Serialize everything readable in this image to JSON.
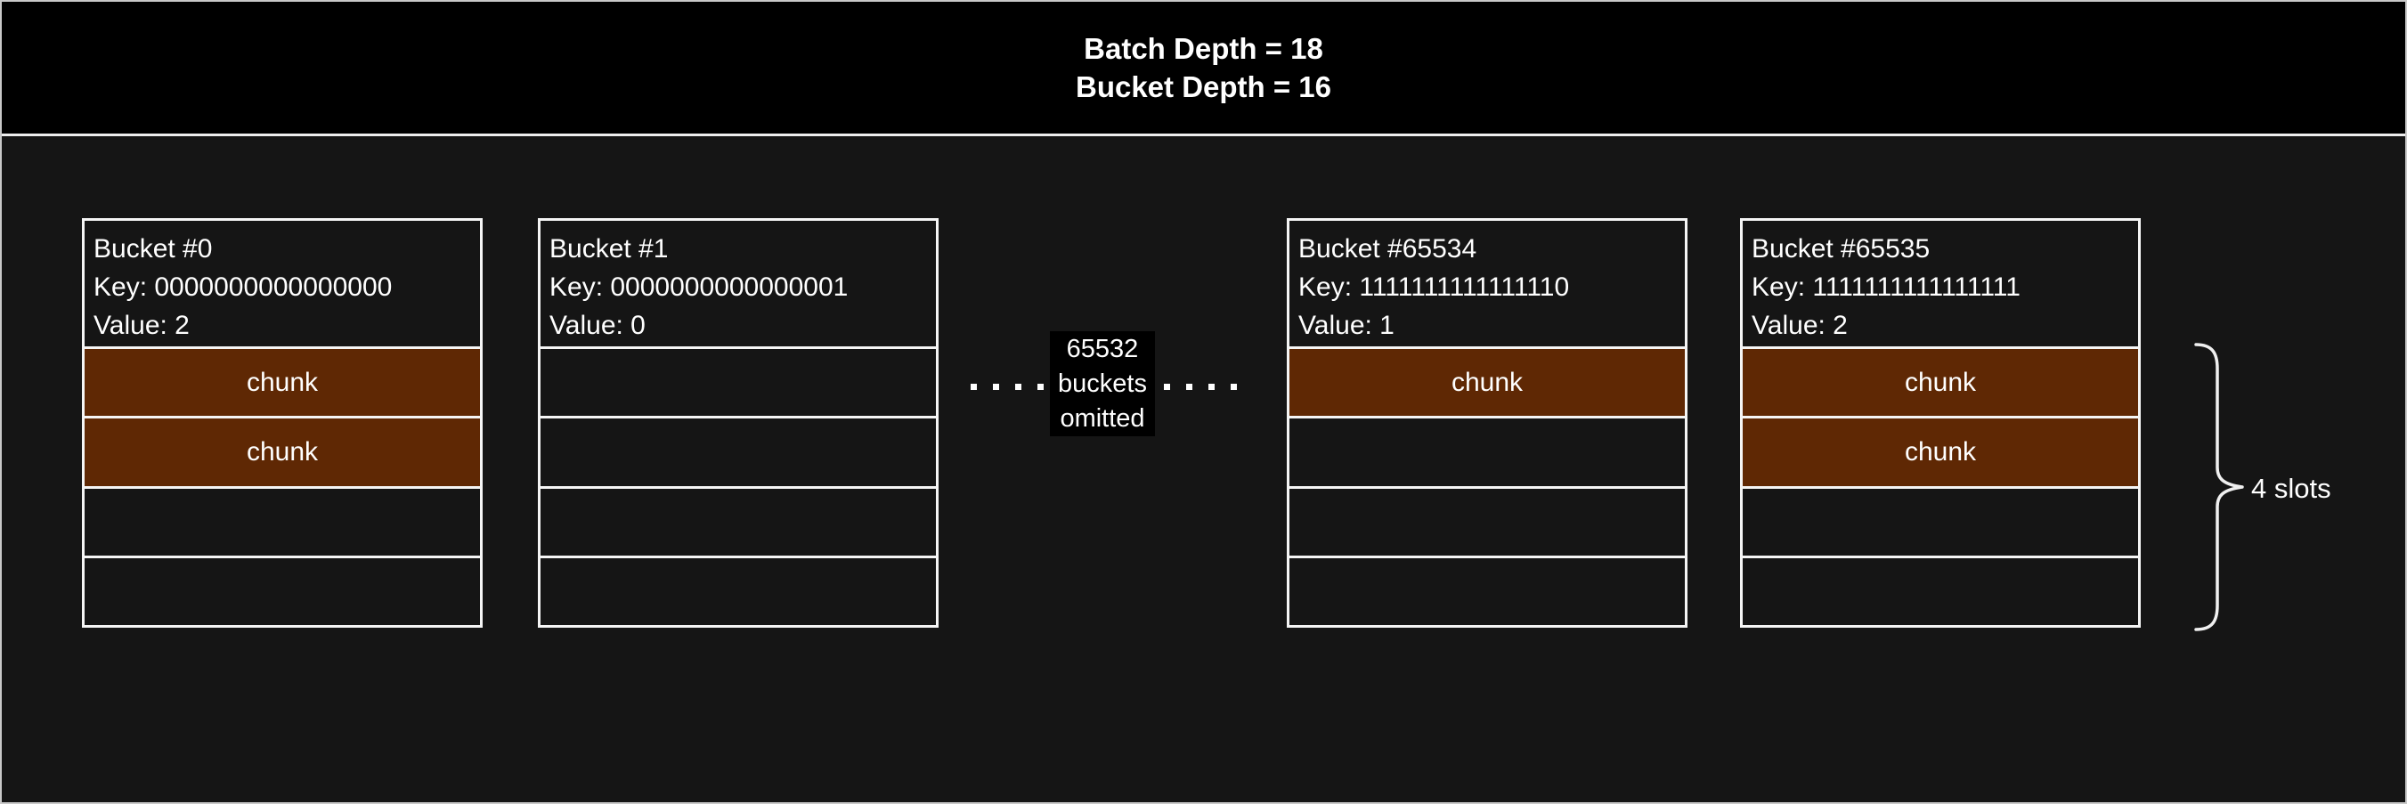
{
  "header": {
    "line1": "Batch Depth = 18",
    "line2": "Bucket Depth = 16"
  },
  "buckets": [
    {
      "title": "Bucket #0",
      "key": "Key: 0000000000000000",
      "value": "Value: 2",
      "slots": [
        {
          "filled": true,
          "label": "chunk"
        },
        {
          "filled": true,
          "label": "chunk"
        },
        {
          "filled": false,
          "label": ""
        },
        {
          "filled": false,
          "label": ""
        }
      ]
    },
    {
      "title": "Bucket #1",
      "key": "Key: 0000000000000001",
      "value": "Value: 0",
      "slots": [
        {
          "filled": false,
          "label": ""
        },
        {
          "filled": false,
          "label": ""
        },
        {
          "filled": false,
          "label": ""
        },
        {
          "filled": false,
          "label": ""
        }
      ]
    },
    {
      "title": "Bucket #65534",
      "key": "Key: 1111111111111110",
      "value": "Value: 1",
      "slots": [
        {
          "filled": true,
          "label": "chunk"
        },
        {
          "filled": false,
          "label": ""
        },
        {
          "filled": false,
          "label": ""
        },
        {
          "filled": false,
          "label": ""
        }
      ]
    },
    {
      "title": "Bucket #65535",
      "key": "Key: 1111111111111111",
      "value": "Value: 2",
      "slots": [
        {
          "filled": true,
          "label": "chunk"
        },
        {
          "filled": true,
          "label": "chunk"
        },
        {
          "filled": false,
          "label": ""
        },
        {
          "filled": false,
          "label": ""
        }
      ]
    }
  ],
  "omitted": {
    "line1": "65532",
    "line2": "buckets",
    "line3": "omitted"
  },
  "brace_label": "4 slots",
  "colors": {
    "page_background": "#151515",
    "header_background": "#000000",
    "omitted_label_background": "#000000",
    "chunk_fill": "#5F2804",
    "border": "#F5F5F5",
    "text": "#FFFFFF"
  }
}
